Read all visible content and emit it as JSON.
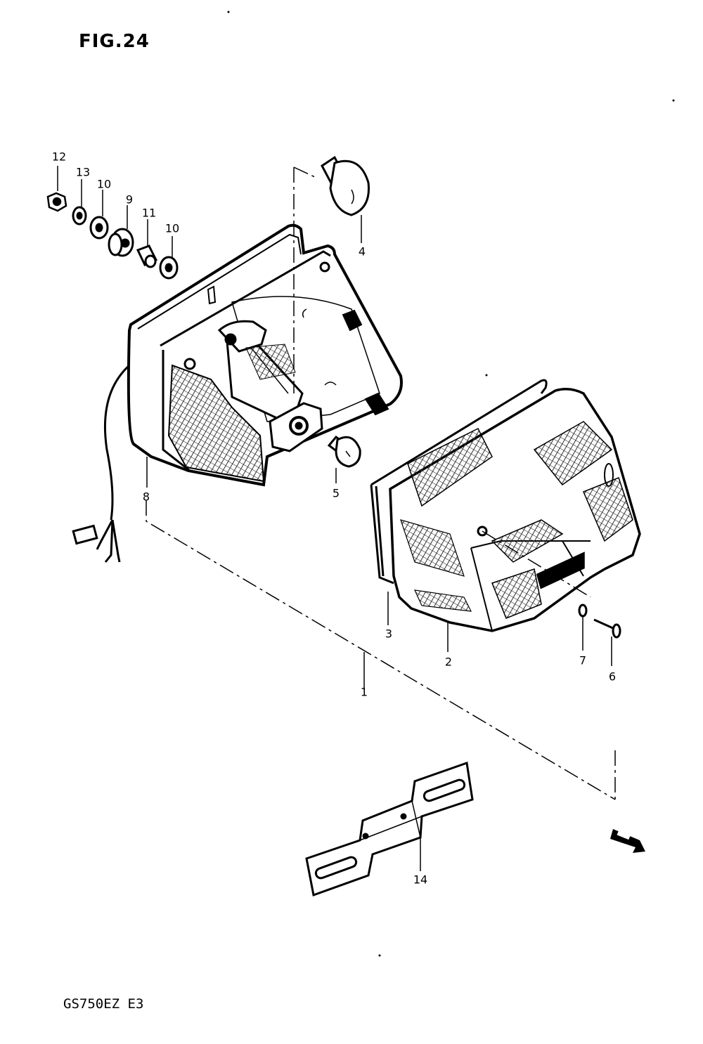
{
  "figure": {
    "title": "FIG.24",
    "model_code": "GS750EZ E3"
  },
  "callouts": {
    "c1": "1",
    "c2": "2",
    "c3": "3",
    "c4": "4",
    "c5": "5",
    "c6": "6",
    "c7": "7",
    "c8": "8",
    "c9": "9",
    "c10a": "10",
    "c10b": "10",
    "c11": "11",
    "c12": "12",
    "c13": "13",
    "c14": "14"
  },
  "colors": {
    "ink": "#000000",
    "paper": "#ffffff",
    "hatch": "#333333"
  },
  "icons": [
    "front-direction-arrow-icon"
  ]
}
